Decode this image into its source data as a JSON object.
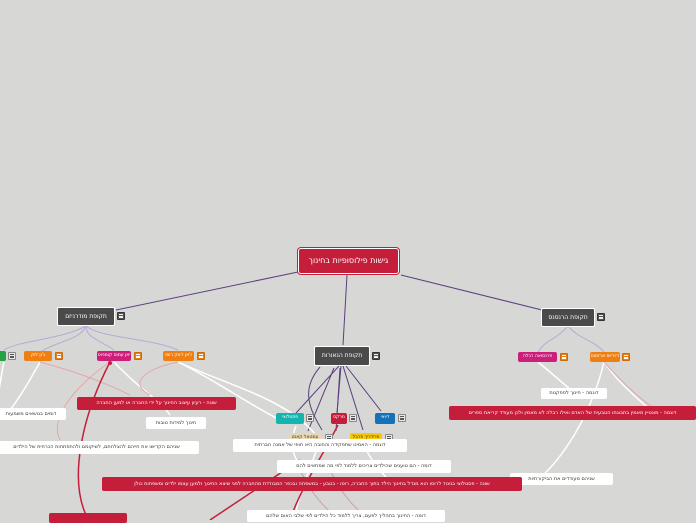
{
  "root": {
    "label": "גישות פילוסופיות בחינוך"
  },
  "periods": {
    "renaissance": "תקופת הרנסנס",
    "modern": "תקופת מודרניזם",
    "enlightenment": "תקופת הנאורות"
  },
  "tags": {
    "erasmus": "דזיריוס ארזמוס",
    "rabelais": "פרנסואה רבלה",
    "locke": "ג'ון לוק",
    "comenius": "יאן עמוס קומניוס",
    "rousseau": "ז'אן ז'אק רוסו",
    "pestalozzi": "פסטלוצי",
    "froebel": "פרידריך פרבל",
    "kant": "עמנואל קאנט",
    "marx": "מרקס",
    "neil": "ניל",
    "dewey": "דיואי"
  },
  "notes": {
    "renaissance_tutor": "דוגמה - חינוך לספקנות",
    "renaissance_quote": "דוגמה - מונטיין מאמין בתבונתו הטבעית של האדם ואילו רבלה לא מאמין ולכן מעודד קריאת ספרים",
    "renaissance_bottom": "שניהם מעודדים את הביקורתיות",
    "modern_society": "שונה - רעיון עיצוב החינוך על ידי החברה או למען החברה",
    "modern_values": "חינוך למידות טובות",
    "modern_sacred": "שניהם הקדישו את חייהם להצלחתם, לשיקומם ולהתפתחות הכרחית של הילדים",
    "modern_partial": "דומים בנושאים משמעות",
    "enl_meaning": "דוגמה - האמינו שתפקידה והחובה היא חופי של אמנה חברתית",
    "enl_children": "דומה - הם טוענים שהילדים צריכים ללמוד לפי מה שמתאים להם",
    "enl_pestalozzi": "שונה - פסטלוצי בניגוד לרוסו הוא מגדל בחינוך הילד בתוך החברה, רוסו - בטבע - במשפחה ובכפר המבודדת מהחברה לפני שיצא החינוך ולמען עצמו ילדים ומשפחות כולן",
    "enl_bottom": "דומה - החינוך בתהליך לפעם, צריך ללמוד כל הילדים לפי שלבי האום שלהם"
  },
  "colors": {
    "root": "#c41e3a",
    "period": "#4a4a4a",
    "orange": "#f07f12",
    "magenta": "#cc1f7a",
    "teal": "#14b5b0",
    "yellow": "#f5c80a",
    "blue": "#1571b8",
    "red": "#c41e3a",
    "beige": "#e9d7b2",
    "green": "#25a244"
  }
}
